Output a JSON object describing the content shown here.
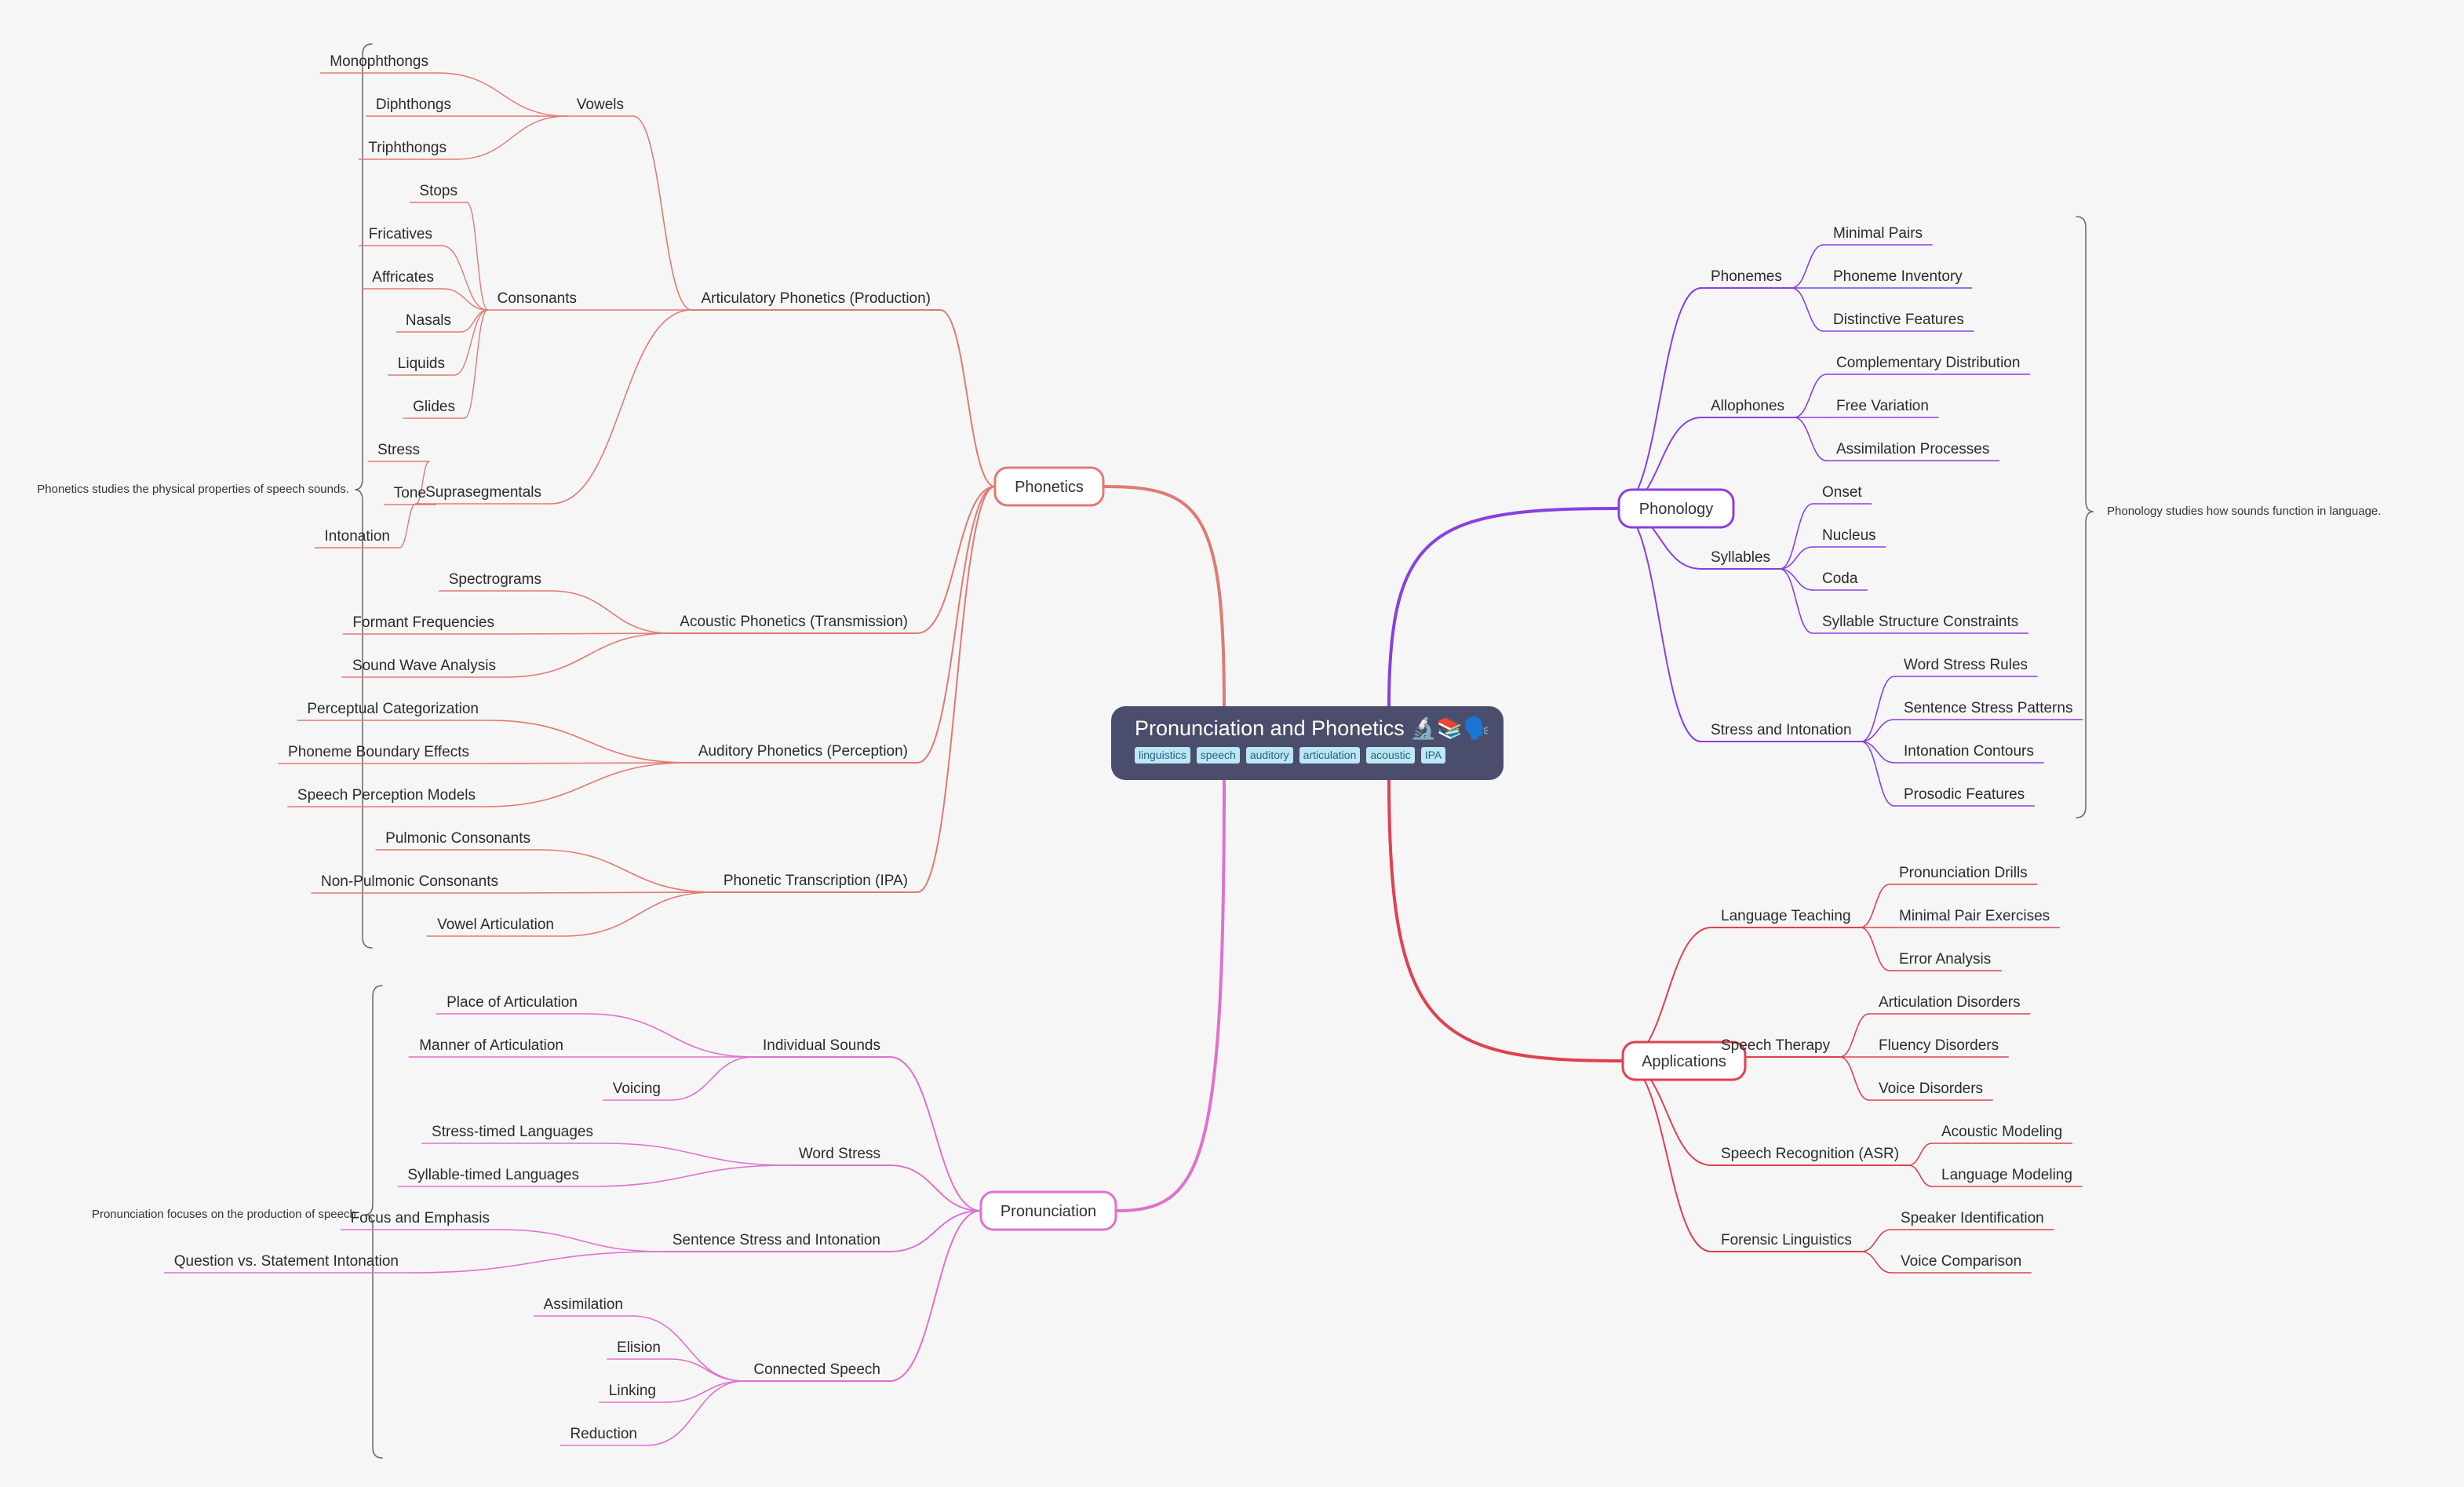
{
  "root": {
    "title": "Pronunciation and Phonetics 🔬📚🗣️",
    "tags": [
      "linguistics",
      "speech",
      "auditory",
      "articulation",
      "acoustic",
      "IPA"
    ]
  },
  "colors": {
    "phonetics": "#e07a72",
    "phonology": "#8a3fe0",
    "applications": "#e04050",
    "pronunciation": "#e070d0",
    "root_bg": "#4a4e6c",
    "tag_bg": "#bde7f3"
  },
  "branches": [
    {
      "id": "phonetics",
      "label": "Phonetics",
      "summary": "Phonetics studies the physical properties of speech sounds.",
      "children": [
        {
          "label": "Articulatory Phonetics (Production)",
          "children": [
            {
              "label": "Vowels",
              "children": [
                "Monophthongs",
                "Diphthongs",
                "Triphthongs"
              ]
            },
            {
              "label": "Consonants",
              "children": [
                "Stops",
                "Fricatives",
                "Affricates",
                "Nasals",
                "Liquids",
                "Glides"
              ]
            },
            {
              "label": "Suprasegmentals",
              "children": [
                "Stress",
                "Tone",
                "Intonation"
              ]
            }
          ]
        },
        {
          "label": "Acoustic Phonetics (Transmission)",
          "children": [
            "Spectrograms",
            "Formant Frequencies",
            "Sound Wave Analysis"
          ]
        },
        {
          "label": "Auditory Phonetics (Perception)",
          "children": [
            "Perceptual Categorization",
            "Phoneme Boundary Effects",
            "Speech Perception Models"
          ]
        },
        {
          "label": "Phonetic Transcription (IPA)",
          "children": [
            "Pulmonic Consonants",
            "Non-Pulmonic Consonants",
            "Vowel Articulation"
          ]
        }
      ]
    },
    {
      "id": "pronunciation",
      "label": "Pronunciation",
      "summary": "Pronunciation focuses on the production of speech.",
      "children": [
        {
          "label": "Individual Sounds",
          "children": [
            "Place of Articulation",
            "Manner of Articulation",
            "Voicing"
          ]
        },
        {
          "label": "Word Stress",
          "children": [
            "Stress-timed Languages",
            "Syllable-timed Languages"
          ]
        },
        {
          "label": "Sentence Stress and Intonation",
          "children": [
            "Focus and Emphasis",
            "Question vs. Statement Intonation"
          ]
        },
        {
          "label": "Connected Speech",
          "children": [
            "Assimilation",
            "Elision",
            "Linking",
            "Reduction"
          ]
        }
      ]
    },
    {
      "id": "phonology",
      "label": "Phonology",
      "summary": "Phonology studies how sounds function in language.",
      "children": [
        {
          "label": "Phonemes",
          "children": [
            "Minimal Pairs",
            "Phoneme Inventory",
            "Distinctive Features"
          ]
        },
        {
          "label": "Allophones",
          "children": [
            "Complementary Distribution",
            "Free Variation",
            "Assimilation Processes"
          ]
        },
        {
          "label": "Syllables",
          "children": [
            "Onset",
            "Nucleus",
            "Coda",
            "Syllable Structure Constraints"
          ]
        },
        {
          "label": "Stress and Intonation",
          "children": [
            "Word Stress Rules",
            "Sentence Stress Patterns",
            "Intonation Contours",
            "Prosodic Features"
          ]
        }
      ]
    },
    {
      "id": "applications",
      "label": "Applications",
      "children": [
        {
          "label": "Language Teaching",
          "children": [
            "Pronunciation Drills",
            "Minimal Pair Exercises",
            "Error Analysis"
          ]
        },
        {
          "label": "Speech Therapy",
          "children": [
            "Articulation Disorders",
            "Fluency Disorders",
            "Voice Disorders"
          ]
        },
        {
          "label": "Speech Recognition (ASR)",
          "children": [
            "Acoustic Modeling",
            "Language Modeling"
          ]
        },
        {
          "label": "Forensic Linguistics",
          "children": [
            "Speaker Identification",
            "Voice Comparison"
          ]
        }
      ]
    }
  ]
}
